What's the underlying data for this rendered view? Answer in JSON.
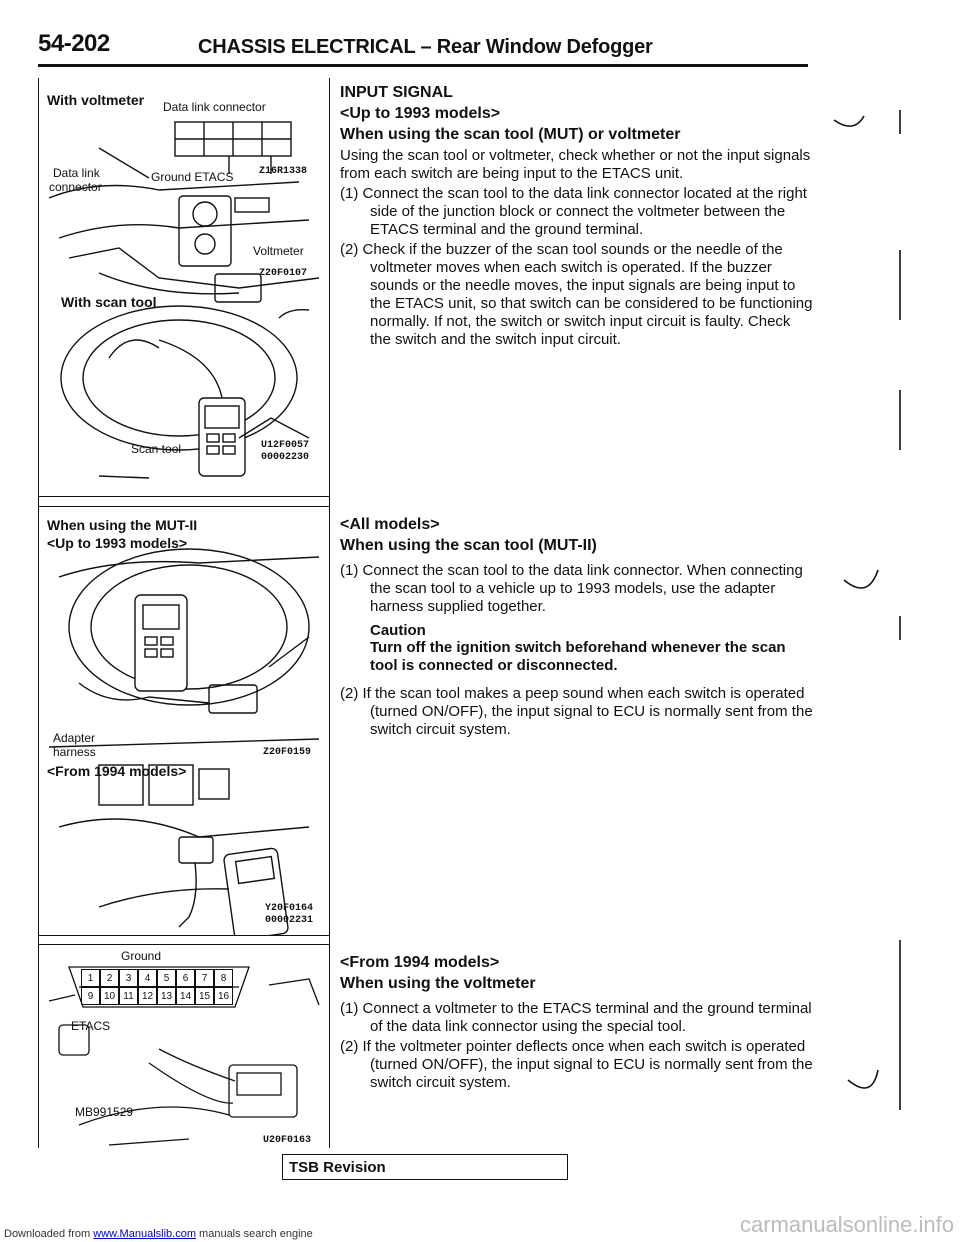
{
  "header": {
    "page_number": "54-202",
    "section_title": "CHASSIS ELECTRICAL – Rear Window Defogger"
  },
  "figures": {
    "fig1": {
      "title": "With voltmeter",
      "data_link_connector": "Data link connector",
      "data_link": "Data link",
      "connector": "connector",
      "ground_etacs": "Ground ETACS",
      "code_a": "Z16R1338",
      "voltmeter": "Voltmeter",
      "code_b": "Z20F0107",
      "with_scan_tool": "With scan tool",
      "scan_tool": "Scan tool",
      "code_c": "U12F0057",
      "code_d": "00002230"
    },
    "fig2": {
      "title": "When using the MUT-II",
      "sub_a": "<Up to 1993 models>",
      "adapter": "Adapter",
      "harness": "harness",
      "code_a": "Z20F0159",
      "sub_b": "<From 1994 models>",
      "code_b": "Y20F0164",
      "code_c": "00002231"
    },
    "fig3": {
      "ground": "Ground",
      "etacs": "ETACS",
      "tool": "MB991529",
      "code": "U20F0163",
      "pins_top": [
        "1",
        "2",
        "3",
        "4",
        "5",
        "6",
        "7",
        "8"
      ],
      "pins_bottom": [
        "9",
        "10",
        "11",
        "12",
        "13",
        "14",
        "15",
        "16"
      ]
    }
  },
  "content": {
    "input_signal": {
      "heading": "INPUT SIGNAL",
      "sub": "<Up to 1993 models>",
      "sub2": "When using the scan tool (MUT) or voltmeter",
      "intro": "Using the scan tool or voltmeter, check whether or not the input signals from each switch are being input to the ETACS unit.",
      "step1": "(1) Connect the scan tool to the data link connector located at the right side of the junction block or connect the voltmeter between the ETACS terminal and the ground terminal.",
      "step2": "(2) Check if the buzzer of the scan tool sounds or the needle of the voltmeter moves when each switch is operated. If the buzzer sounds or the needle moves, the input signals are being input to the ETACS unit, so that switch can be considered to be functioning normally. If not, the switch or switch input circuit is faulty. Check the switch and the switch input circuit."
    },
    "all_models": {
      "sub": "<All models>",
      "heading": "When using the scan tool (MUT-II)",
      "step1": "(1) Connect the scan tool to the data link connector. When connecting the scan tool to a vehicle up to 1993 models, use the adapter harness supplied together.",
      "caution_head": "Caution",
      "caution_body": "Turn off the ignition switch beforehand whenever the scan tool is connected or disconnected.",
      "step2": "(2) If the scan tool makes a peep sound when each switch is operated (turned ON/OFF), the input signal to ECU is normally sent from the switch circuit system."
    },
    "from_1994": {
      "sub": "<From 1994 models>",
      "heading": "When using the voltmeter",
      "step1": "(1) Connect a voltmeter to the ETACS terminal and the ground terminal of the data link connector using the special tool.",
      "step2": "(2) If the voltmeter pointer deflects once when each switch is operated (turned ON/OFF), the input signal to ECU is normally sent from the switch circuit system."
    }
  },
  "tsb": "TSB Revision",
  "footer": {
    "prefix": "Downloaded from",
    "link": "www.Manualslib.com",
    "suffix": "manuals search engine"
  },
  "watermark": "carmanualsonline.info"
}
